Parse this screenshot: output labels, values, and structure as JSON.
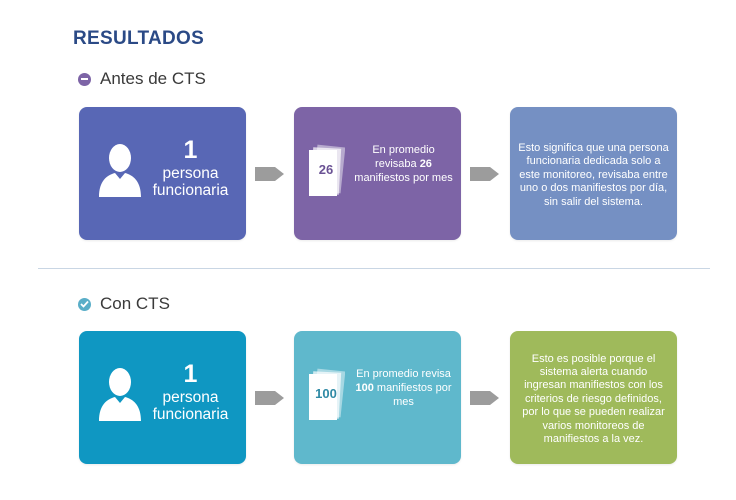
{
  "title": "RESULTADOS",
  "sections": [
    {
      "heading": "Antes de CTS",
      "person_number": "1",
      "person_label": "persona funcionaria",
      "pages_number": "26",
      "desc_pre": "En promedio revisaba",
      "desc_num": "26",
      "desc_post": "manifiestos por mes",
      "note": "Esto significa que una persona funcionaria dedicada solo a este monitoreo, revisaba entre uno o dos manifiestos por día, sin salir del sistema.",
      "colors": {
        "person": "#5867b5",
        "pages": "#7d64a6",
        "note": "#7590c3",
        "bullet": "#7d64a6"
      }
    },
    {
      "heading": "Con CTS",
      "person_number": "1",
      "person_label": "persona funcionaria",
      "pages_number": "100",
      "desc_pre": "En promedio revisa",
      "desc_num": "100",
      "desc_post": "manifiestos por mes",
      "note": "Esto es posible porque el sistema alerta cuando ingresan manifiestos con los criterios de riesgo definidos, por lo que se pueden realizar varios monitoreos de manifiestos a la vez.",
      "colors": {
        "person": "#0f97c2",
        "pages": "#5fb8cc",
        "note": "#9fba5b",
        "bullet": "#5aaec8"
      }
    }
  ],
  "icons": {
    "minus_bullet": "minus-circle-icon",
    "check_bullet": "check-circle-icon",
    "person": "person-icon",
    "pages": "document-stack-icon",
    "arrow": "arrow-right-icon"
  }
}
